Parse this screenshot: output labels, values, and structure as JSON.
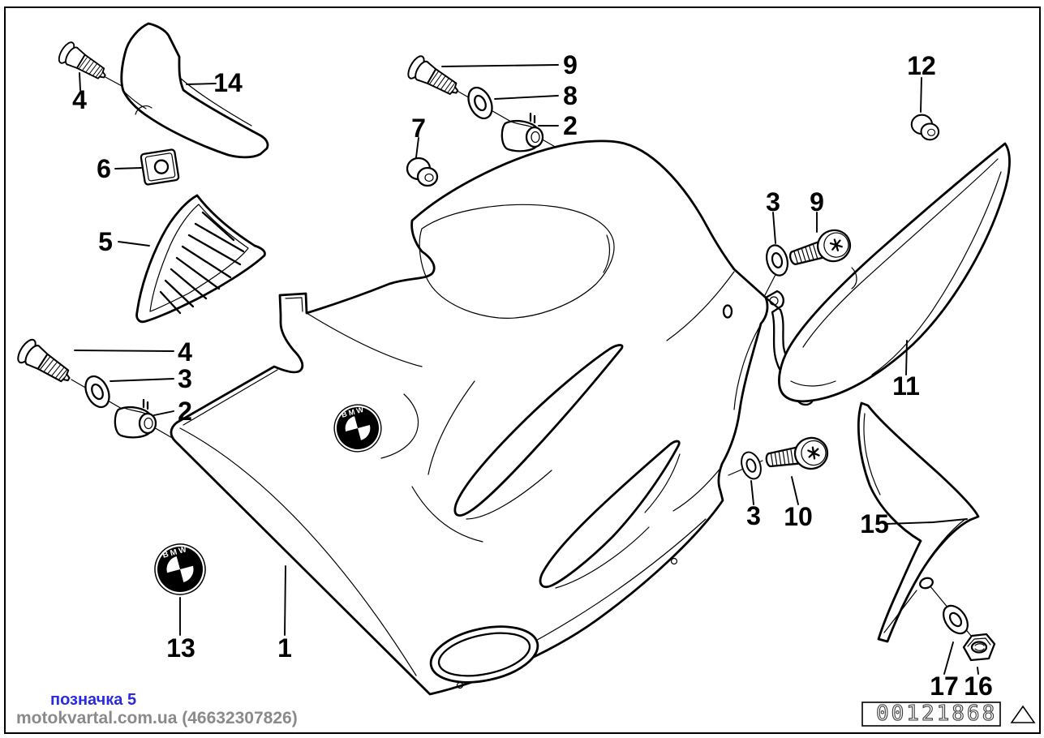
{
  "diagram": {
    "description": "exploded-parts-drawing-motorcycle-fairing",
    "callouts": [
      {
        "label": "4"
      },
      {
        "label": "14"
      },
      {
        "label": "6"
      },
      {
        "label": "5"
      },
      {
        "label": "7"
      },
      {
        "label": "9"
      },
      {
        "label": "8"
      },
      {
        "label": "2"
      },
      {
        "label": "12"
      },
      {
        "label": "3"
      },
      {
        "label": "9"
      },
      {
        "label": "11"
      },
      {
        "label": "4"
      },
      {
        "label": "3"
      },
      {
        "label": "2"
      },
      {
        "label": "3"
      },
      {
        "label": "10"
      },
      {
        "label": "15"
      },
      {
        "label": "13"
      },
      {
        "label": "1"
      },
      {
        "label": "17"
      },
      {
        "label": "16"
      }
    ],
    "emblem_text": "BMW",
    "plate_number": "00121868",
    "watermark": {
      "line1": "позначка 5",
      "line2": "motokvartal.com.ua (46632307826)"
    },
    "colors": {
      "line": "#000000",
      "watermark_blue": "#2a2ae0",
      "watermark_gray": "#8a8a8a",
      "background": "#ffffff"
    },
    "icons": [
      "triangle-outline-icon"
    ]
  }
}
